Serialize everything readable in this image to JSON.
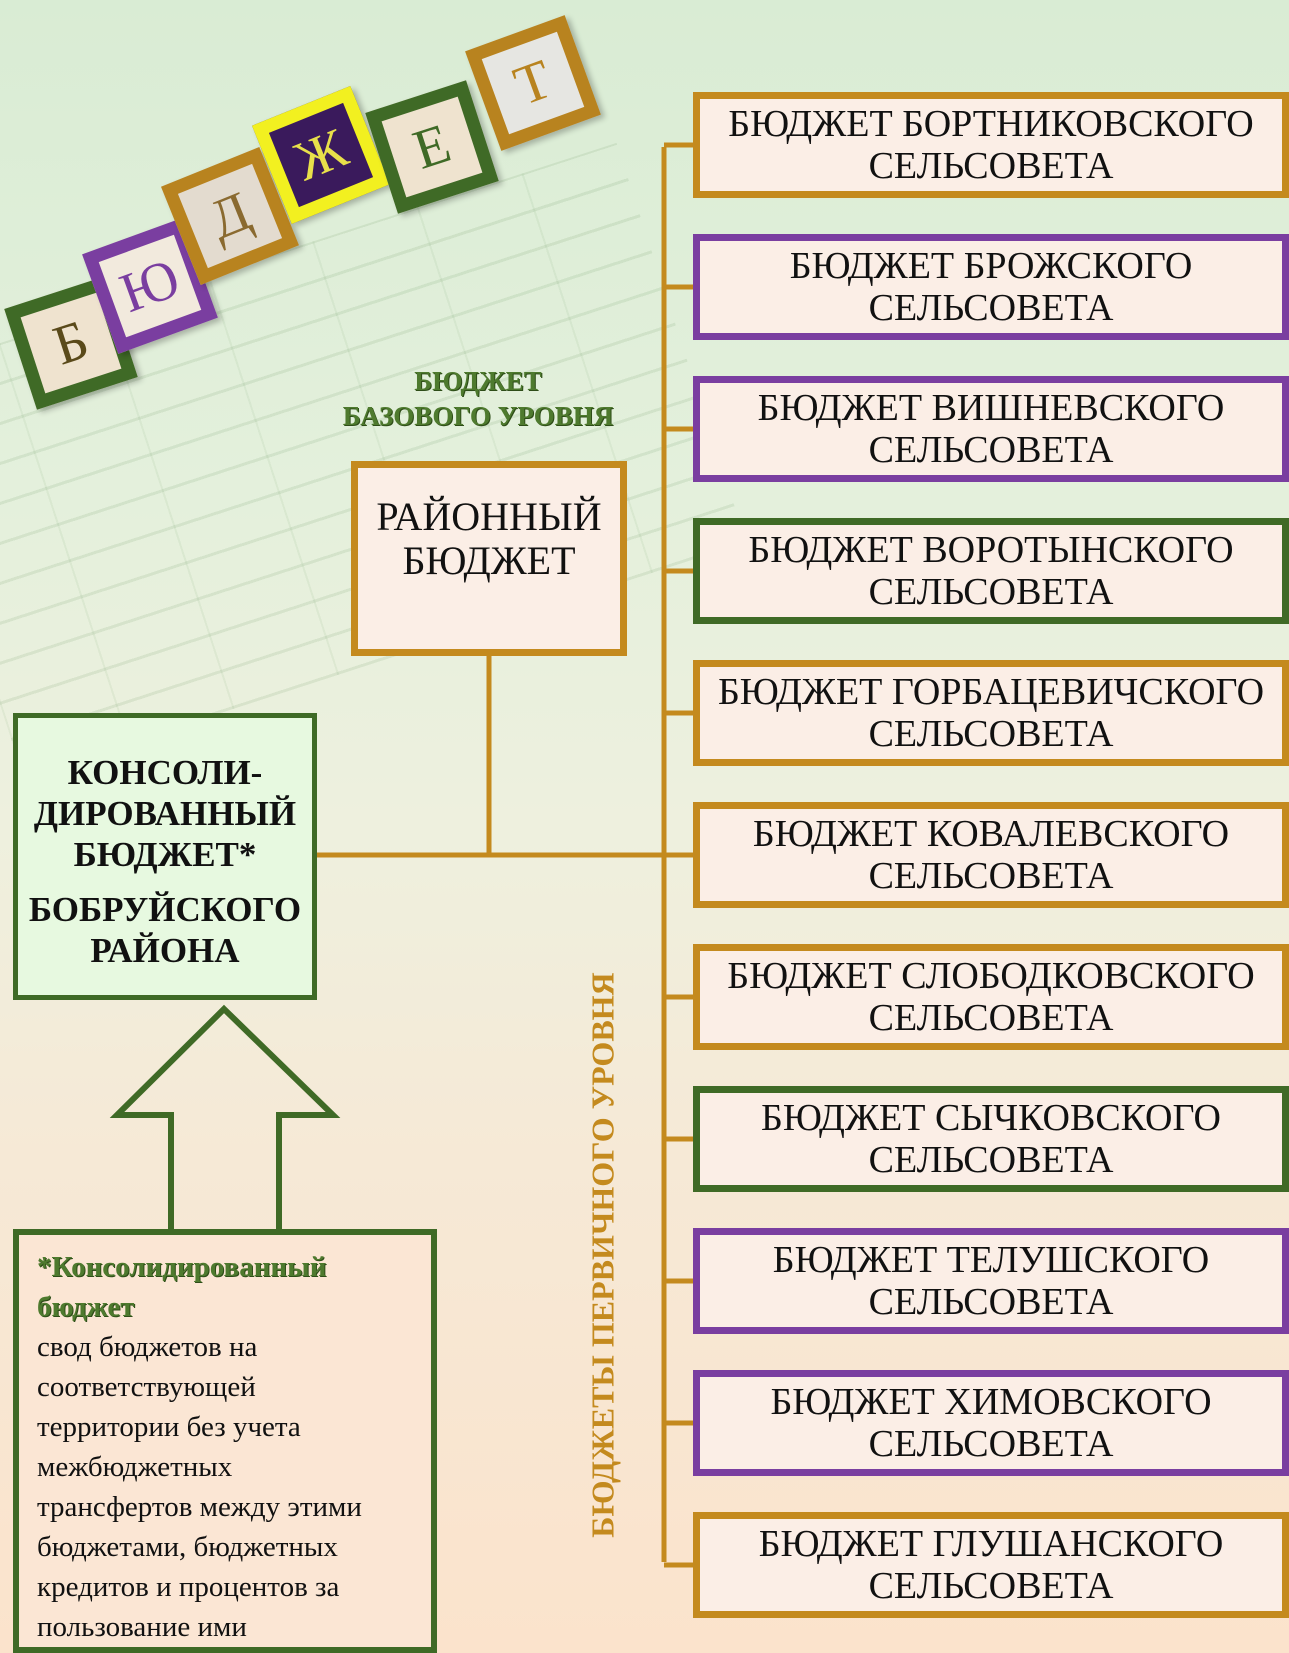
{
  "title_letters": [
    "Б",
    "Ю",
    "Д",
    "Ж",
    "Е",
    "Т"
  ],
  "header_label": [
    "БЮДЖЕТ",
    "БАЗОВОГО УРОВНЯ"
  ],
  "district_budget": [
    "РАЙОННЫЙ",
    "БЮДЖЕТ"
  ],
  "consolidated": {
    "line1": "КОНСОЛИ-",
    "line2": "ДИРОВАННЫЙ",
    "line3": "БЮДЖЕТ*",
    "line4": "БОБРУЙСКОГО",
    "line5": "РАЙОНА"
  },
  "primary_level_label": "БЮДЖЕТЫ ПЕРВИЧНОГО УРОВНЯ",
  "village_budgets": [
    {
      "line1": "БЮДЖЕТ БОРТНИКОВСКОГО",
      "line2": "СЕЛЬСОВЕТА",
      "border": "#c48a1e"
    },
    {
      "line1": "БЮДЖЕТ БРОЖСКОГО",
      "line2": "СЕЛЬСОВЕТА",
      "border": "#7a3ea0"
    },
    {
      "line1": "БЮДЖЕТ ВИШНЕВСКОГО",
      "line2": "СЕЛЬСОВЕТА",
      "border": "#7a3ea0"
    },
    {
      "line1": "БЮДЖЕТ ВОРОТЫНСКОГО",
      "line2": "СЕЛЬСОВЕТА",
      "border": "#3f6a26"
    },
    {
      "line1": "БЮДЖЕТ ГОРБАЦЕВИЧСКОГО",
      "line2": "СЕЛЬСОВЕТА",
      "border": "#c48a1e"
    },
    {
      "line1": "БЮДЖЕТ КОВАЛЕВСКОГО",
      "line2": "СЕЛЬСОВЕТА",
      "border": "#c48a1e"
    },
    {
      "line1": "БЮДЖЕТ СЛОБОДКОВСКОГО",
      "line2": "СЕЛЬСОВЕТА",
      "border": "#c48a1e"
    },
    {
      "line1": "БЮДЖЕТ СЫЧКОВСКОГО",
      "line2": "СЕЛЬСОВЕТА",
      "border": "#3f6a26"
    },
    {
      "line1": "БЮДЖЕТ ТЕЛУШСКОГО",
      "line2": "СЕЛЬСОВЕТА",
      "border": "#7a3ea0"
    },
    {
      "line1": "БЮДЖЕТ ХИМОВСКОГО",
      "line2": "СЕЛЬСОВЕТА",
      "border": "#7a3ea0"
    },
    {
      "line1": "БЮДЖЕТ ГЛУШАНСКОГО",
      "line2": "СЕЛЬСОВЕТА",
      "border": "#c48a1e"
    }
  ],
  "footnote": {
    "title_line1": "*Консолидированный",
    "title_line2": "бюджет",
    "lines": [
      "свод бюджетов на",
      "соответствующей",
      "территории без учета",
      "межбюджетных",
      "трансфертов между этими",
      "бюджетами, бюджетных",
      "кредитов и процентов за",
      "пользование ими"
    ]
  },
  "colors": {
    "gold": "#c48a1e",
    "green": "#3f6a26",
    "purple": "#7a3ea0"
  }
}
